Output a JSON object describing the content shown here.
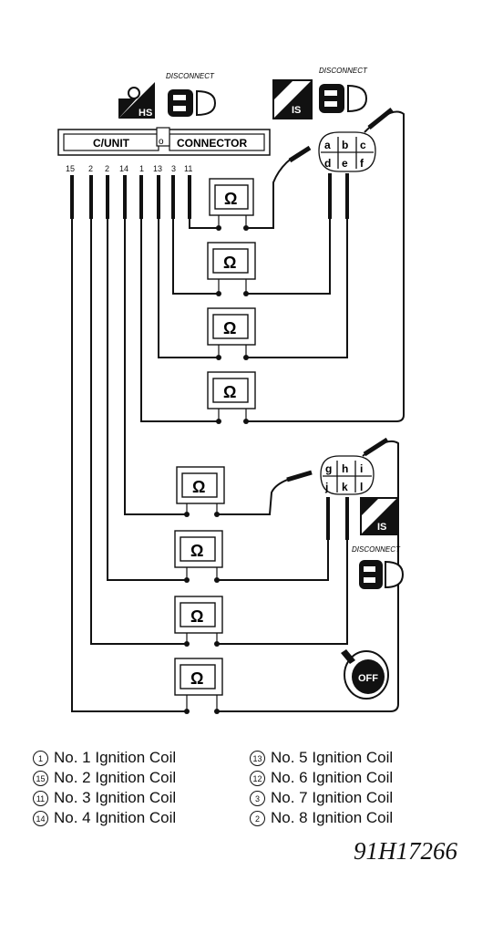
{
  "connector": {
    "left_label": "C/UNIT",
    "right_label": "CONNECTOR",
    "pin_numbers": [
      "15",
      "2",
      "2",
      "14",
      "1",
      "13",
      "3",
      "11"
    ]
  },
  "badges": {
    "hs": "HS",
    "is_top": "IS",
    "is_bottom": "IS",
    "disconnect_1": "DISCONNECT",
    "disconnect_2": "DISCONNECT",
    "disconnect_3": "DISCONNECT",
    "off": "OFF"
  },
  "coil_connector_top": {
    "top_row": [
      "a",
      "b",
      "c"
    ],
    "bottom_row": [
      "d",
      "e",
      "f"
    ]
  },
  "coil_connector_bottom": {
    "top_row": [
      "g",
      "h",
      "i"
    ],
    "bottom_row": [
      "j",
      "k",
      "l"
    ]
  },
  "ohm_symbol": "Ω",
  "legend": [
    {
      "num": "1",
      "text": "No. 1 Ignition Coil"
    },
    {
      "num": "15",
      "text": "No. 2 Ignition Coil"
    },
    {
      "num": "11",
      "text": "No. 3 Ignition Coil"
    },
    {
      "num": "14",
      "text": "No. 4 Ignition Coil"
    },
    {
      "num": "13",
      "text": "No. 5 Ignition Coil"
    },
    {
      "num": "12",
      "text": "No. 6 Ignition Coil"
    },
    {
      "num": "3",
      "text": "No. 7 Ignition Coil"
    },
    {
      "num": "2",
      "text": "No. 8 Ignition Coil"
    }
  ],
  "figure_code": "91H17266"
}
